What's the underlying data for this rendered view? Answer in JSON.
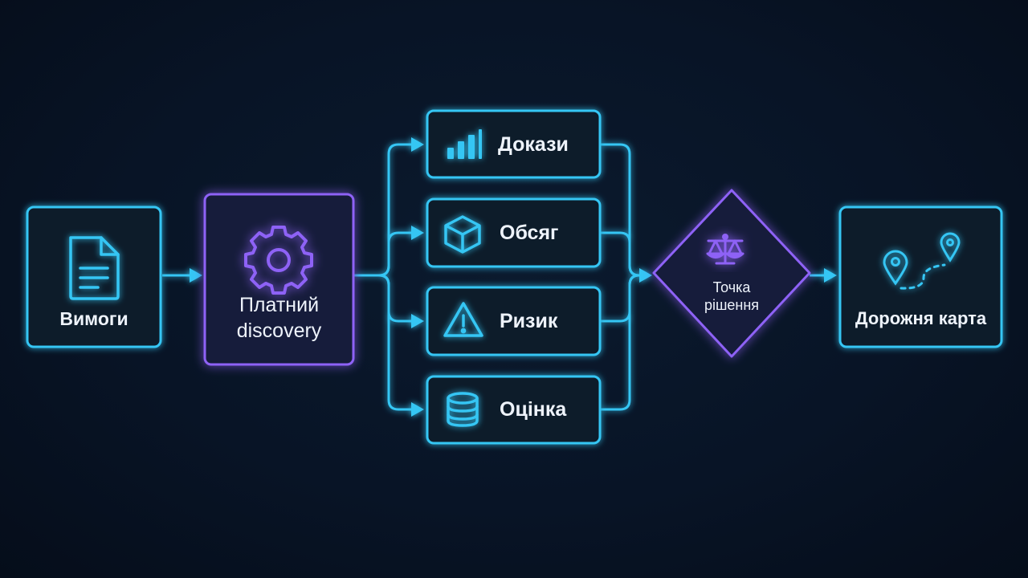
{
  "diagram": {
    "nodes": {
      "requirements": {
        "label": "Вимоги",
        "icon": "document-icon"
      },
      "discovery": {
        "label_line1": "Платний",
        "label_line2": "discovery",
        "icon": "gear-icon"
      },
      "evidence": {
        "label": "Докази",
        "icon": "bar-chart-icon"
      },
      "scope": {
        "label": "Обсяг",
        "icon": "cube-icon"
      },
      "risk": {
        "label": "Ризик",
        "icon": "warning-icon"
      },
      "estimate": {
        "label": "Оцінка",
        "icon": "database-icon"
      },
      "decision": {
        "label_line1": "Точка",
        "label_line2": "рішення",
        "icon": "scales-icon"
      },
      "roadmap": {
        "label": "Дорожня карта",
        "icon": "route-pins-icon"
      }
    },
    "colors": {
      "cyan": "#35c6f4",
      "purple": "#8e62f6",
      "text": "#eef3fb",
      "background": "#081426"
    }
  }
}
